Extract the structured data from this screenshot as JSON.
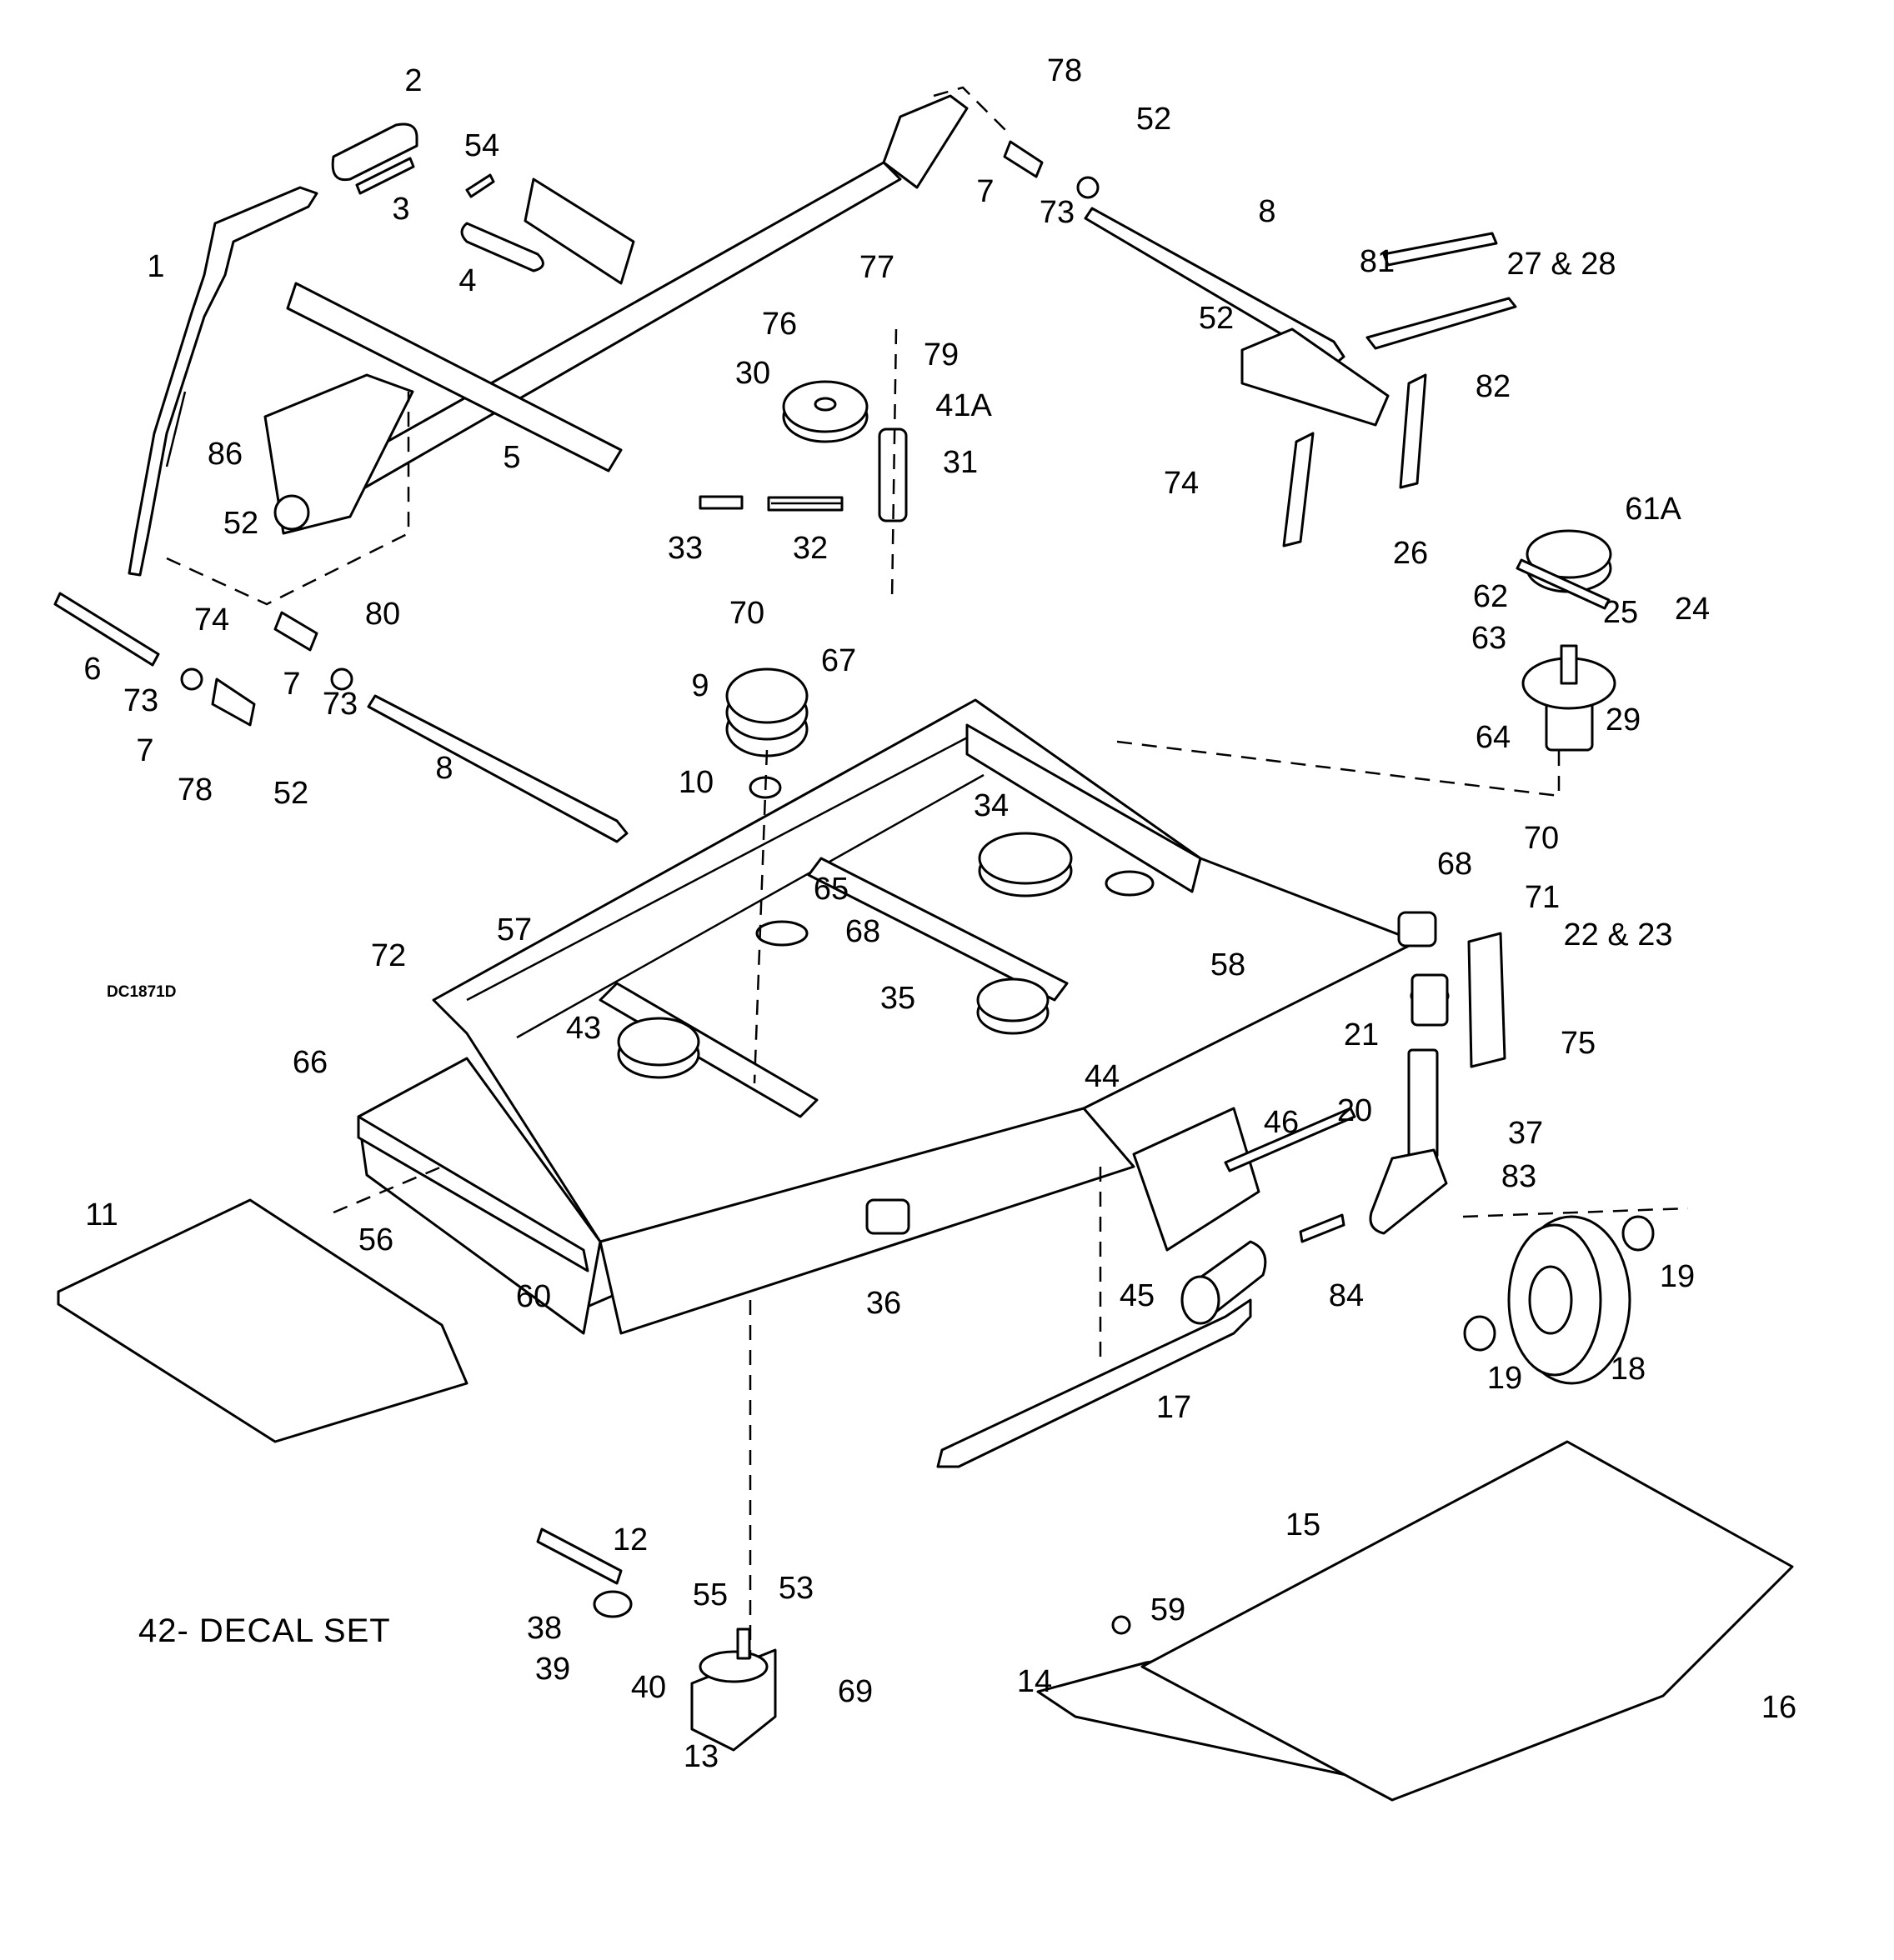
{
  "diagram": {
    "type": "exploded-parts-diagram",
    "drawing_code": "DC1871D",
    "note": "42- DECAL SET",
    "callouts": [
      {
        "id": "c1",
        "text": "1"
      },
      {
        "id": "c2",
        "text": "2"
      },
      {
        "id": "c3",
        "text": "3"
      },
      {
        "id": "c4",
        "text": "4"
      },
      {
        "id": "c5",
        "text": "5"
      },
      {
        "id": "c6",
        "text": "6"
      },
      {
        "id": "c7a",
        "text": "7"
      },
      {
        "id": "c7b",
        "text": "7"
      },
      {
        "id": "c7c",
        "text": "7"
      },
      {
        "id": "c8a",
        "text": "8"
      },
      {
        "id": "c8b",
        "text": "8"
      },
      {
        "id": "c9",
        "text": "9"
      },
      {
        "id": "c10",
        "text": "10"
      },
      {
        "id": "c11",
        "text": "11"
      },
      {
        "id": "c12",
        "text": "12"
      },
      {
        "id": "c13",
        "text": "13"
      },
      {
        "id": "c14",
        "text": "14"
      },
      {
        "id": "c15",
        "text": "15"
      },
      {
        "id": "c16",
        "text": "16"
      },
      {
        "id": "c17",
        "text": "17"
      },
      {
        "id": "c18",
        "text": "18"
      },
      {
        "id": "c19a",
        "text": "19"
      },
      {
        "id": "c19b",
        "text": "19"
      },
      {
        "id": "c20",
        "text": "20"
      },
      {
        "id": "c21",
        "text": "21"
      },
      {
        "id": "c22",
        "text": "22 & 23"
      },
      {
        "id": "c24",
        "text": "24"
      },
      {
        "id": "c25",
        "text": "25"
      },
      {
        "id": "c26",
        "text": "26"
      },
      {
        "id": "c27",
        "text": "27 & 28"
      },
      {
        "id": "c29",
        "text": "29"
      },
      {
        "id": "c30",
        "text": "30"
      },
      {
        "id": "c31",
        "text": "31"
      },
      {
        "id": "c32",
        "text": "32"
      },
      {
        "id": "c33",
        "text": "33"
      },
      {
        "id": "c34",
        "text": "34"
      },
      {
        "id": "c35",
        "text": "35"
      },
      {
        "id": "c36",
        "text": "36"
      },
      {
        "id": "c37",
        "text": "37"
      },
      {
        "id": "c38",
        "text": "38"
      },
      {
        "id": "c39",
        "text": "39"
      },
      {
        "id": "c40",
        "text": "40"
      },
      {
        "id": "c41a",
        "text": "41A"
      },
      {
        "id": "c43",
        "text": "43"
      },
      {
        "id": "c44",
        "text": "44"
      },
      {
        "id": "c45",
        "text": "45"
      },
      {
        "id": "c46",
        "text": "46"
      },
      {
        "id": "c52a",
        "text": "52"
      },
      {
        "id": "c52b",
        "text": "52"
      },
      {
        "id": "c52c",
        "text": "52"
      },
      {
        "id": "c52d",
        "text": "52"
      },
      {
        "id": "c53",
        "text": "53"
      },
      {
        "id": "c54",
        "text": "54"
      },
      {
        "id": "c55",
        "text": "55"
      },
      {
        "id": "c56",
        "text": "56"
      },
      {
        "id": "c57",
        "text": "57"
      },
      {
        "id": "c58",
        "text": "58"
      },
      {
        "id": "c59",
        "text": "59"
      },
      {
        "id": "c60",
        "text": "60"
      },
      {
        "id": "c61a",
        "text": "61A"
      },
      {
        "id": "c62",
        "text": "62"
      },
      {
        "id": "c63",
        "text": "63"
      },
      {
        "id": "c64",
        "text": "64"
      },
      {
        "id": "c65",
        "text": "65"
      },
      {
        "id": "c66",
        "text": "66"
      },
      {
        "id": "c67",
        "text": "67"
      },
      {
        "id": "c68a",
        "text": "68"
      },
      {
        "id": "c68b",
        "text": "68"
      },
      {
        "id": "c69",
        "text": "69"
      },
      {
        "id": "c70a",
        "text": "70"
      },
      {
        "id": "c70b",
        "text": "70"
      },
      {
        "id": "c71",
        "text": "71"
      },
      {
        "id": "c72",
        "text": "72"
      },
      {
        "id": "c73a",
        "text": "73"
      },
      {
        "id": "c73b",
        "text": "73"
      },
      {
        "id": "c73c",
        "text": "73"
      },
      {
        "id": "c74a",
        "text": "74"
      },
      {
        "id": "c74b",
        "text": "74"
      },
      {
        "id": "c75",
        "text": "75"
      },
      {
        "id": "c76",
        "text": "76"
      },
      {
        "id": "c77",
        "text": "77"
      },
      {
        "id": "c78a",
        "text": "78"
      },
      {
        "id": "c78b",
        "text": "78"
      },
      {
        "id": "c79",
        "text": "79"
      },
      {
        "id": "c80",
        "text": "80"
      },
      {
        "id": "c81",
        "text": "81"
      },
      {
        "id": "c82",
        "text": "82"
      },
      {
        "id": "c83",
        "text": "83"
      },
      {
        "id": "c84",
        "text": "84"
      },
      {
        "id": "c86",
        "text": "86"
      }
    ]
  }
}
